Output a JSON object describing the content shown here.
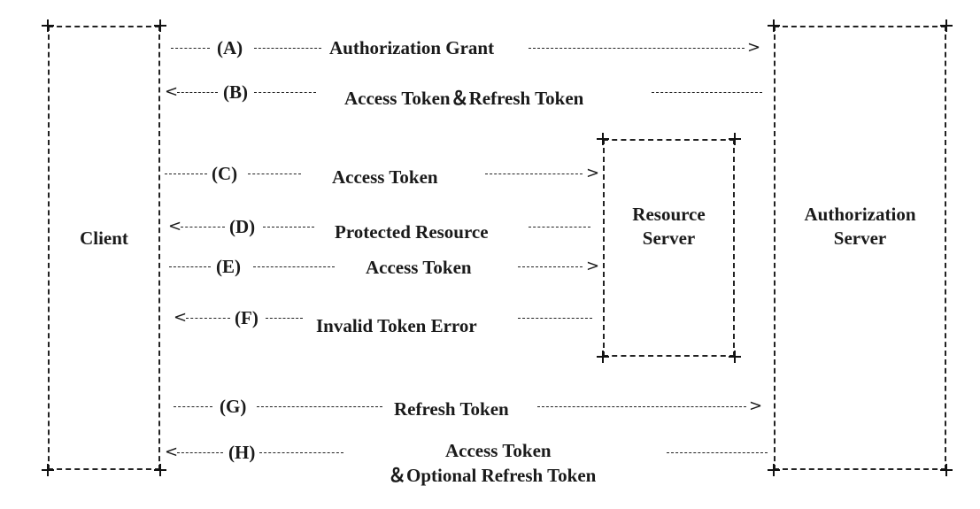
{
  "nodes": {
    "client": "Client",
    "resource_server": [
      "Resource",
      "Server"
    ],
    "authorization_server": [
      "Authorization",
      "Server"
    ]
  },
  "flows": [
    {
      "step": "(A)",
      "label": "Authorization Grant",
      "direction": "right"
    },
    {
      "step": "(B)",
      "label": "Access Token＆Refresh Token",
      "direction": "left"
    },
    {
      "step": "(C)",
      "label": "Access Token",
      "direction": "right"
    },
    {
      "step": "(D)",
      "label": "Protected Resource",
      "direction": "left"
    },
    {
      "step": "(E)",
      "label": "Access Token",
      "direction": "right"
    },
    {
      "step": "(F)",
      "label": "Invalid Token Error",
      "direction": "left"
    },
    {
      "step": "(G)",
      "label": "Refresh Token",
      "direction": "right"
    },
    {
      "step": "(H)",
      "label": [
        "Access Token",
        "＆Optional Refresh Token"
      ],
      "direction": "left"
    }
  ],
  "arrow_glyphs": {
    "right": ">",
    "left": "<"
  }
}
